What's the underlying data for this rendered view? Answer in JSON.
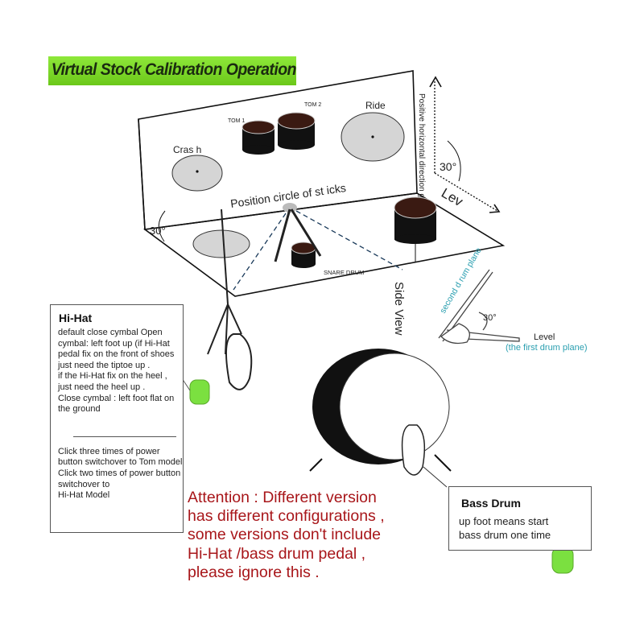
{
  "title": "Virtual Stock Calibration Operation",
  "diagram_labels": {
    "crash": "Cras h",
    "tom1": "TOM 1",
    "tom2": "TOM 2",
    "ride": "Ride",
    "position_circle": "Position circle of st icks",
    "snare": "SNARE DRUM",
    "angle_left": "30°",
    "angle_top": "30°",
    "angle_hand": "30°",
    "positive_direction": "Positive horizontal direction g",
    "lev": "Lev",
    "side_view": "Side View",
    "second_plane": "second d rum plane",
    "level": "Level",
    "first_plane": "(the first drum plane)"
  },
  "hihat_box": {
    "heading": "Hi-Hat",
    "text1": "default close cymbal Open cymbal: left foot up (if Hi-Hat pedal fix on the front of shoes just need the tiptoe up .\nif the Hi-Hat fix on the heel , just need the heel up .\nClose cymbal : left foot flat on the ground",
    "text2": "Click three times of power button switchover to Tom model\nClick two times of power button switchover to\nHi-Hat Model"
  },
  "bass_box": {
    "heading": "Bass Drum",
    "text": "up foot means start\nbass drum one time"
  },
  "attention": "Attention : Different version\nhas different configurations ,\nsome versions don't include\nHi-Hat /bass drum pedal ,\nplease ignore this .",
  "colors": {
    "title_bg": "#7ed321",
    "attention": "#a8161a",
    "plane_label": "#2a9fb0",
    "sensor": "#7be040"
  }
}
